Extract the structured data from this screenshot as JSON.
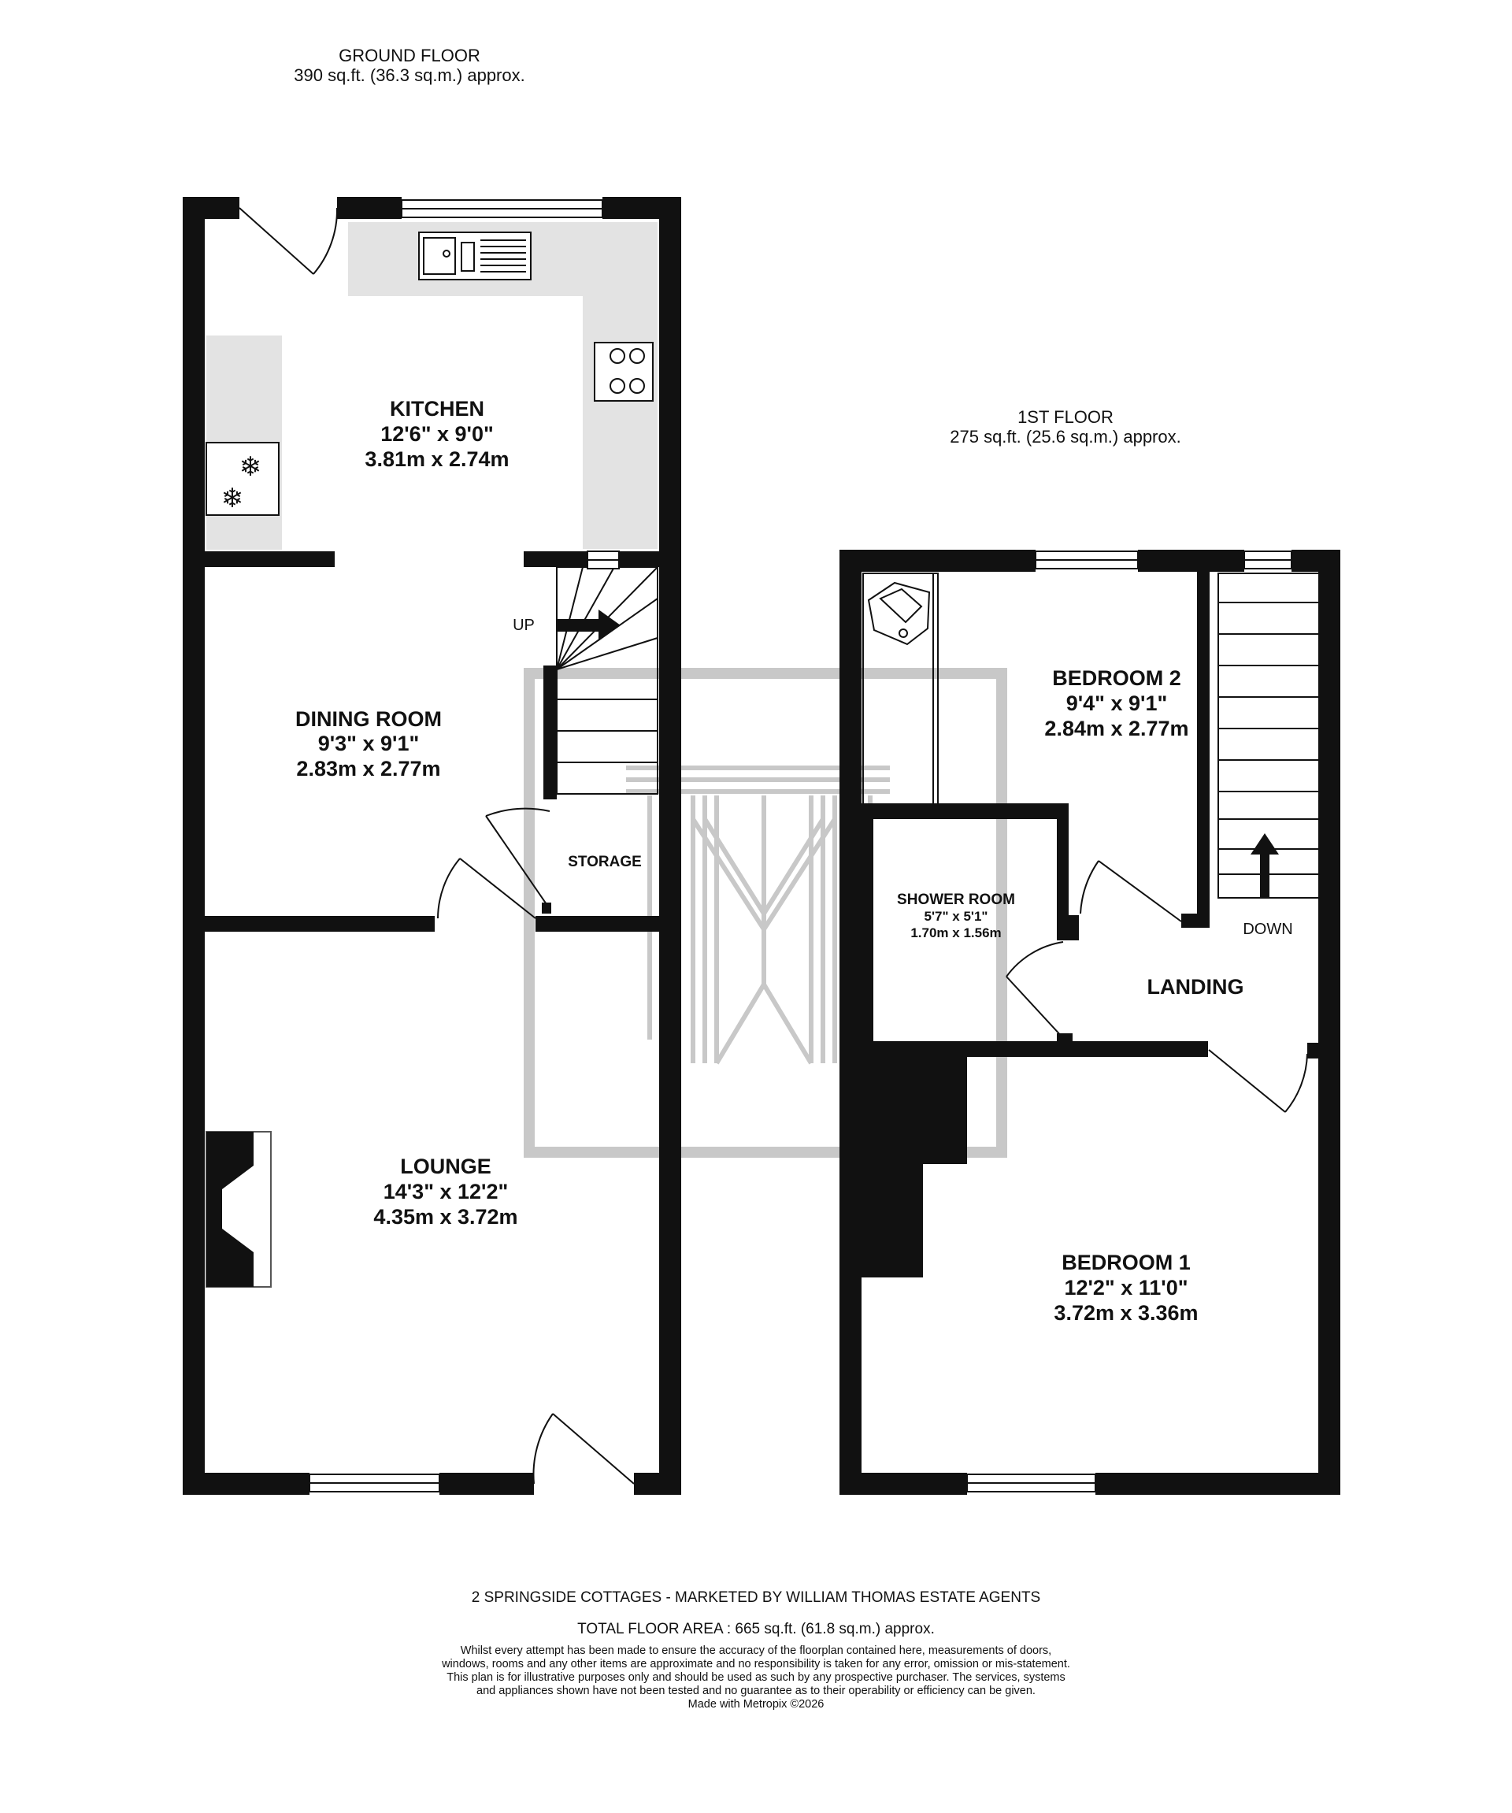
{
  "ground_floor": {
    "title": "GROUND FLOOR",
    "area": "390 sq.ft. (36.3 sq.m.) approx.",
    "stairs_label": "UP",
    "rooms": [
      {
        "name": "KITCHEN",
        "imperial": "12'6\"  x 9'0\"",
        "metric": "3.81m  x 2.74m"
      },
      {
        "name": "DINING ROOM",
        "imperial": "9'3\"  x 9'1\"",
        "metric": "2.83m  x 2.77m"
      },
      {
        "name": "STORAGE"
      },
      {
        "name": "LOUNGE",
        "imperial": "14'3\"  x 12'2\"",
        "metric": "4.35m  x 3.72m"
      }
    ]
  },
  "first_floor": {
    "title": "1ST FLOOR",
    "area": "275 sq.ft. (25.6 sq.m.) approx.",
    "stairs_label": "DOWN",
    "rooms": [
      {
        "name": "BEDROOM 2",
        "imperial": "9'4\"  x 9'1\"",
        "metric": "2.84m  x 2.77m"
      },
      {
        "name": "SHOWER ROOM",
        "imperial": "5'7\"  x 5'1\"",
        "metric": "1.70m  x 1.56m"
      },
      {
        "name": "LANDING"
      },
      {
        "name": "BEDROOM 1",
        "imperial": "12'2\"  x 11'0\"",
        "metric": "3.72m  x 3.36m"
      }
    ]
  },
  "footer": {
    "property": "2 SPRINGSIDE COTTAGES - MARKETED BY WILLIAM THOMAS ESTATE AGENTS",
    "total_area": "TOTAL FLOOR AREA : 665 sq.ft. (61.8 sq.m.) approx.",
    "disclaimer": "Whilst every attempt has been made to ensure the accuracy of the floorplan contained here, measurements of doors, windows, rooms and any other items are approximate and no responsibility is taken for any error, omission or mis-statement. This plan is for illustrative purposes only and should be used as such by any prospective purchaser. The services, systems and appliances shown have not been tested and no guarantee as to their operability or efficiency can be given.",
    "credit": "Made with Metropix ©2026"
  }
}
